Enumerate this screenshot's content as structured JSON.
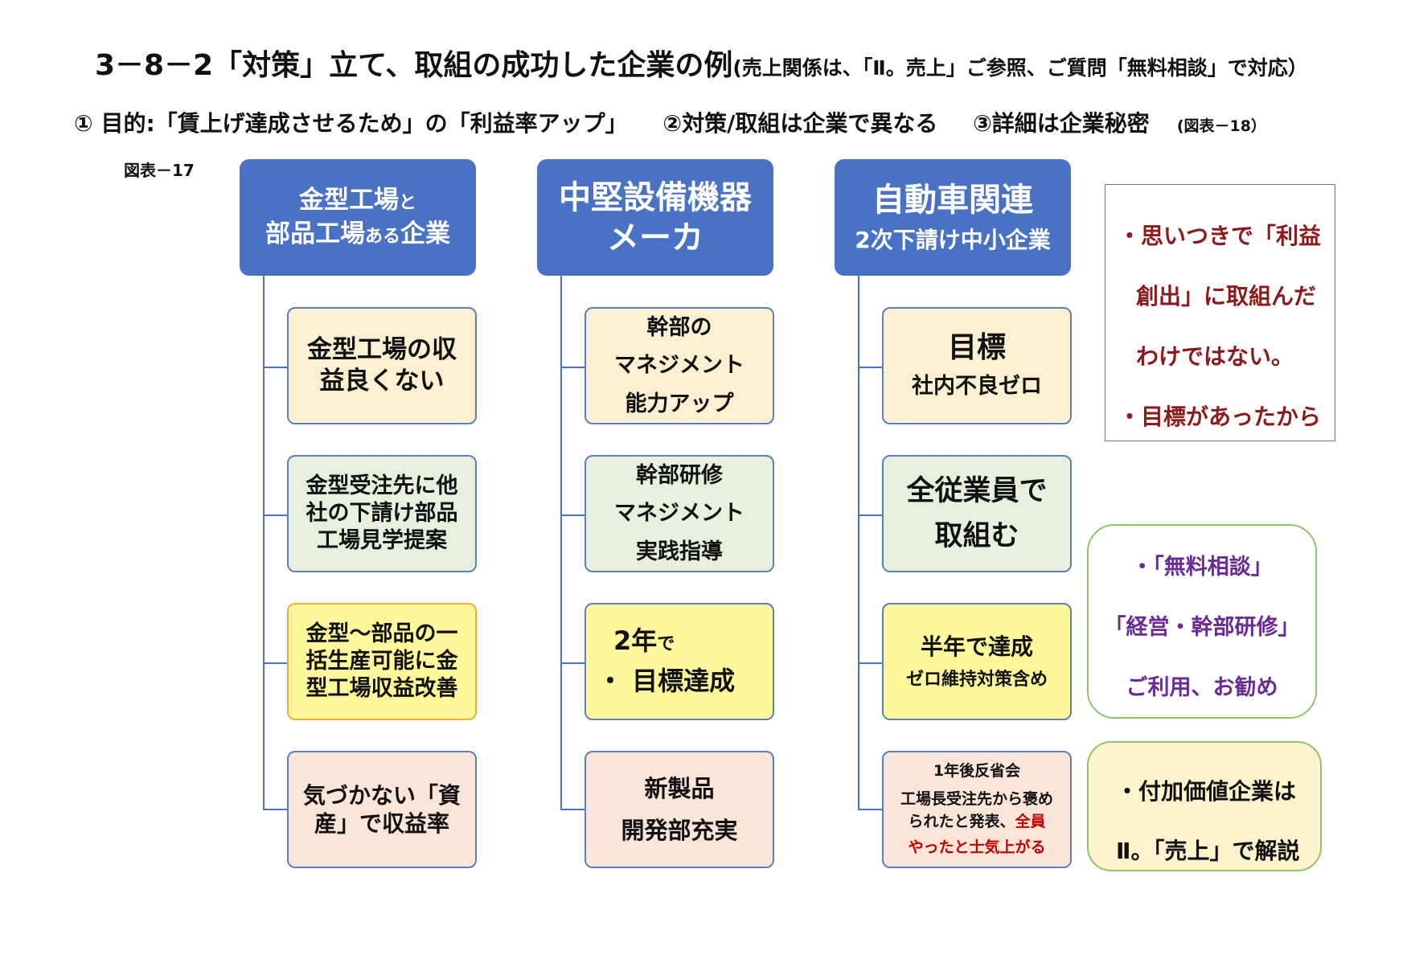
{
  "title": {
    "main": "3－8－2「対策」立て、取組の成功した企業の例",
    "sub": "(売上関係は、「Ⅱ。売上」ご参照、ご質問「無料相談」で対応）"
  },
  "subtitle": {
    "item1": "① 目的:「賃上げ達成させるため」の「利益率アップ」",
    "item2": "②対策/取組は企業で異なる",
    "item3": "③詳細は企業秘密",
    "item3_small": "(図表－18）"
  },
  "figure_label": "図表－17",
  "columns": [
    {
      "header": {
        "line1a": "金型工場",
        "line1b": "と",
        "line2a": "部品工場",
        "line2b": "ある",
        "line2c": "企業"
      },
      "nodes": [
        {
          "lines": [
            "金型工場の収",
            "益良くない"
          ]
        },
        {
          "lines": [
            "金型受注先に他",
            "社の下請け部品",
            "工場見学提案"
          ]
        },
        {
          "lines": [
            "金型～部品の一",
            "括生産可能に金",
            "型工場収益改善"
          ]
        },
        {
          "lines": [
            "気づかない「資",
            "産」で収益率"
          ]
        }
      ]
    },
    {
      "header": {
        "line1": "中堅設備機器",
        "line2": "メーカ"
      },
      "nodes": [
        {
          "lines": [
            "幹部の",
            "マネジメント",
            "能力アップ"
          ]
        },
        {
          "lines": [
            "幹部研修",
            "マネジメント",
            "実践指導"
          ]
        },
        {
          "line1a": "2年",
          "line1b": "で",
          "line2": "・ 目標達成"
        },
        {
          "lines": [
            "新製品",
            "開発部充実"
          ]
        }
      ]
    },
    {
      "header": {
        "line1": "自動車関連",
        "line2": "2次下請け中小企業"
      },
      "nodes": [
        {
          "big": "目標",
          "small": "社内不良ゼロ"
        },
        {
          "lines": [
            "全従業員で",
            "取組む"
          ]
        },
        {
          "big": "半年で達成",
          "small": "ゼロ維持対策含め"
        },
        {
          "line1": "1年後反省会",
          "line2": "工場長受注先から褒め",
          "line3a": "られたと発表、",
          "line3b": "全員",
          "line4": "やったと士気上がる"
        }
      ]
    }
  ],
  "notes": {
    "note1": [
      "・思いつきで「利益",
      "創出」に取組んだ",
      "わけではない。",
      "・目標があったから"
    ],
    "note2": [
      "・「無料相談」",
      "「経営・幹部研修」",
      "ご利用、お勧め"
    ],
    "note3": [
      "・付加価値企業は",
      "Ⅱ。「売上」で解説"
    ]
  },
  "colors": {
    "header_blue": "#4a72c4",
    "peach": "#fdefd2",
    "green": "#e6f0dd",
    "yellow": "#fff89a",
    "salmon": "#fbe5d8",
    "note_red": "#8b1a1a",
    "note_purple": "#6a2c94",
    "highlight_red": "#c00000"
  }
}
